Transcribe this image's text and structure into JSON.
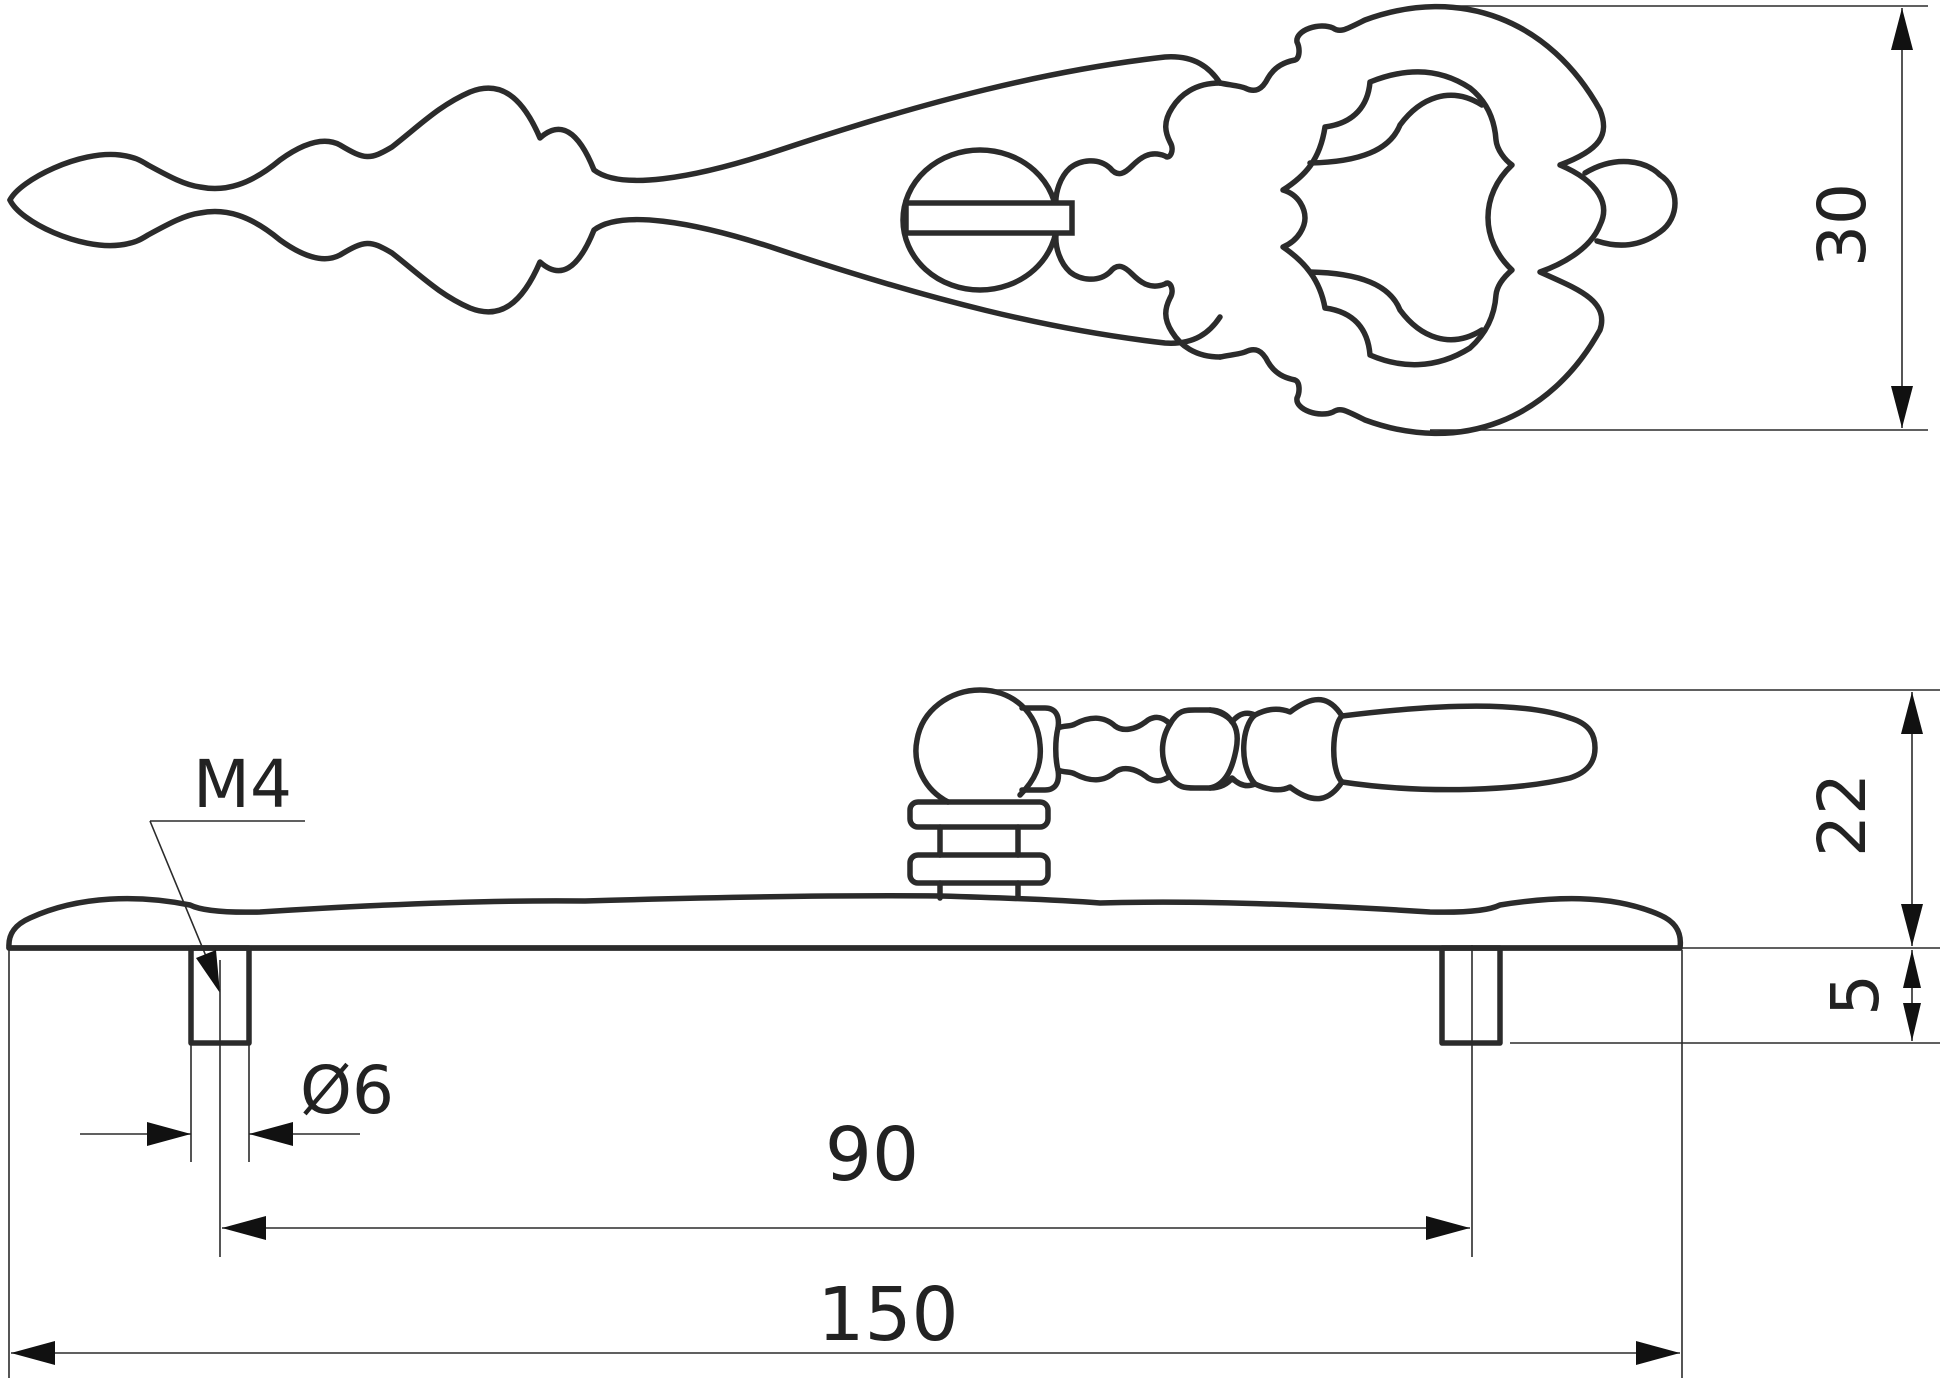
{
  "dimensions": {
    "handle_width": "30",
    "handle_height": "22",
    "screw_depth": "5",
    "thread": "M4",
    "diameter": "Ø6",
    "center_distance": "90",
    "overall_length": "150"
  },
  "colors": {
    "line": "#2b2b2b",
    "background": "#ffffff"
  }
}
